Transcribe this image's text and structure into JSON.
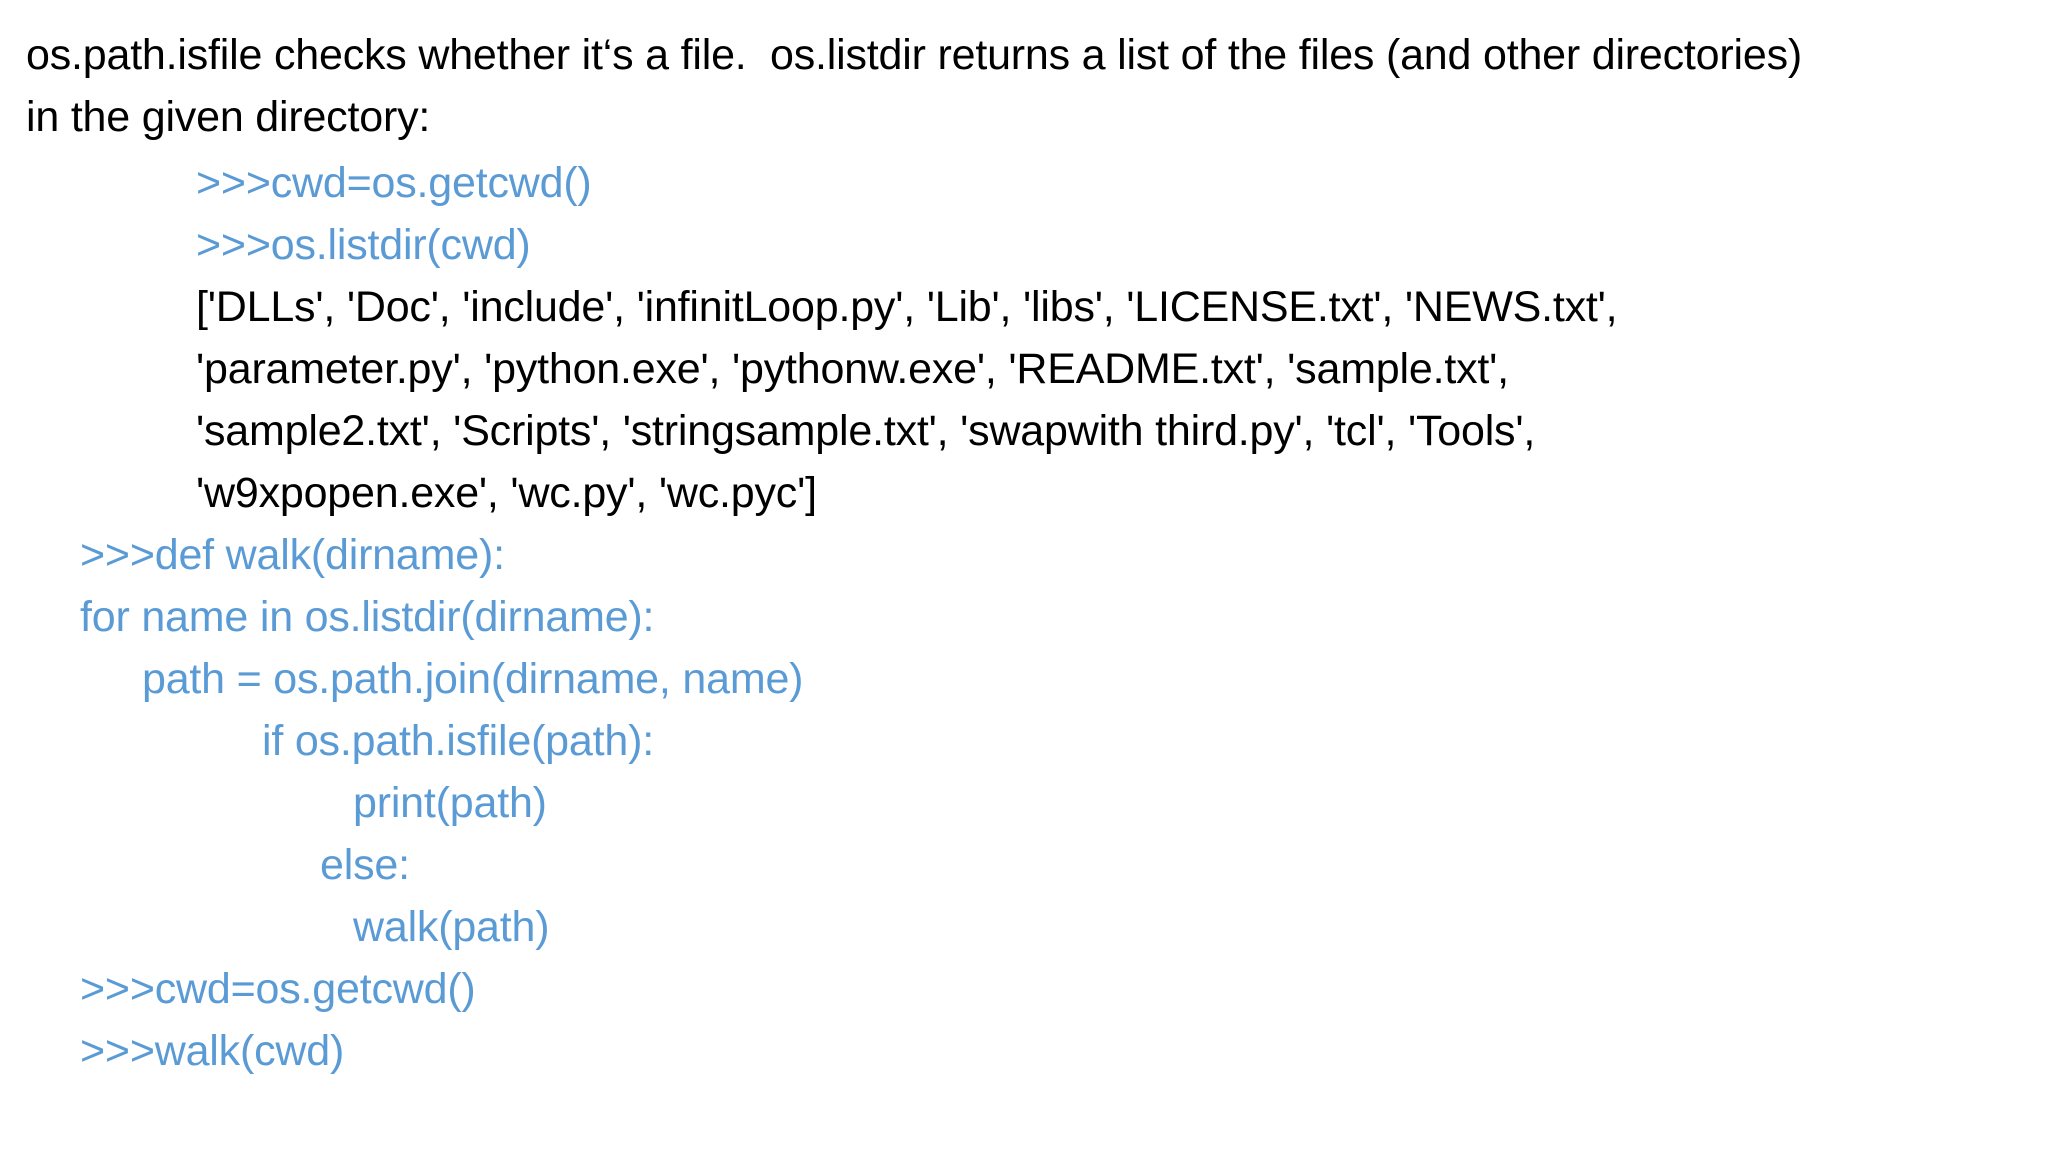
{
  "slide": {
    "background_color": "#FFFFFF",
    "body_text_color": "#000000",
    "code_text_color": "#5B9BD5",
    "intro_paragraph": "os.path.isfile checks whether it‘s a file.  os.listdir returns a list of the files (and other directories) in the given directory:",
    "code_lines": [
      {
        "text": ">>>cwd=os.getcwd()",
        "color": "blue",
        "indent": 2
      },
      {
        "text": ">>>os.listdir(cwd)",
        "color": "blue",
        "indent": 2
      },
      {
        "text": "['DLLs', 'Doc', 'include', 'infinitLoop.py', 'Lib', 'libs', 'LICENSE.txt', 'NEWS.txt',",
        "color": "black",
        "indent": 2
      },
      {
        "text": "'parameter.py', 'python.exe', 'pythonw.exe', 'README.txt', 'sample.txt',",
        "color": "black",
        "indent": 2
      },
      {
        "text": "'sample2.txt', 'Scripts', 'stringsample.txt', 'swapwith third.py', 'tcl', 'Tools',",
        "color": "black",
        "indent": 2
      },
      {
        "text": "'w9xpopen.exe', 'wc.py', 'wc.pyc']",
        "color": "black",
        "indent": 2
      },
      {
        "text": ">>>def walk(dirname):",
        "color": "blue",
        "indent": 0
      },
      {
        "text": "for name in os.listdir(dirname):",
        "color": "blue",
        "indent": 0
      },
      {
        "text": "path = os.path.join(dirname, name)",
        "color": "blue",
        "indent": 1
      },
      {
        "text": "if os.path.isfile(path):",
        "color": "blue",
        "indent": 3
      },
      {
        "text": "print(path)",
        "color": "blue",
        "indent": 5
      },
      {
        "text": "else:",
        "color": "blue",
        "indent": 4
      },
      {
        "text": "walk(path)",
        "color": "blue",
        "indent": 5
      },
      {
        "text": ">>>cwd=os.getcwd()",
        "color": "blue",
        "indent": 0
      },
      {
        "text": ">>>walk(cwd)",
        "color": "blue",
        "indent": 0
      }
    ]
  }
}
